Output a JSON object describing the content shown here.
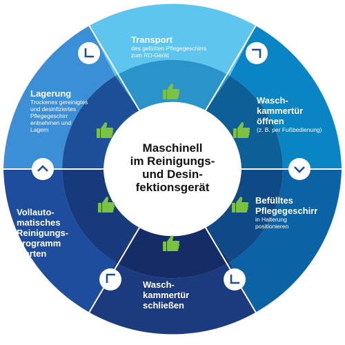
{
  "center": {
    "lines": [
      "Maschinell",
      "im Reinigungs-",
      "und Desin-",
      "fektionsgerät"
    ]
  },
  "segments": [
    {
      "id": "transport",
      "title": [
        "Transport"
      ],
      "subtitle": [
        "des gefüllten Pflegegeschirrs",
        "zum RD-Gerät"
      ],
      "color": "#5ec5ee"
    },
    {
      "id": "oeffnen",
      "title": [
        "Wasch-",
        "kammertür",
        "öffnen"
      ],
      "subtitle": [
        "(z. B. per Fußbedienung)"
      ],
      "color": "#0a85c4"
    },
    {
      "id": "befuelltes",
      "title": [
        "Befülltes",
        "Pflegegeschirr"
      ],
      "subtitle": [
        "in Halterung",
        "positionieren"
      ],
      "color": "#0b63a6"
    },
    {
      "id": "schliessen",
      "title": [
        "Wasch-",
        "kammertür",
        "schließen"
      ],
      "subtitle": [],
      "color": "#1c3a7e"
    },
    {
      "id": "programm",
      "title": [
        "Vollauto-",
        "matisches",
        "Reinigungs-",
        "programm",
        "starten"
      ],
      "subtitle": [],
      "color": "#1f4d9d"
    },
    {
      "id": "lagerung",
      "title": [
        "Lagerung"
      ],
      "subtitle": [
        "Trockenes gereinigtes",
        "und desinfiziertes",
        "Pflegegeschirr",
        "entnehmen und",
        "Lagern"
      ],
      "color": "#3a8fd6"
    }
  ],
  "icons": {
    "step": "thumbs-up-icon",
    "arrow": "chevron-icon"
  },
  "colors": {
    "thumb": "#7cc242",
    "inner_ring": "#1d3f86",
    "center_fill": "#ffffff",
    "center_text": "#111111"
  }
}
